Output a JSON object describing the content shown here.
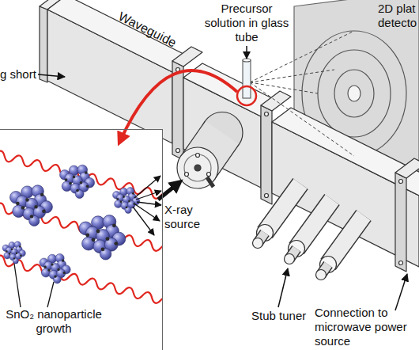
{
  "diagram": {
    "nodes": [
      {
        "text": [
          "SnO₂ nanoparticle growth"
        ]
      }
    ],
    "labels": [
      "Waveguide",
      "Precursor solution in glass tube",
      "2D plat detecto",
      "g short",
      "X-ray source",
      "Stub tuner",
      "Connection to microwave power source"
    ]
  }
}
